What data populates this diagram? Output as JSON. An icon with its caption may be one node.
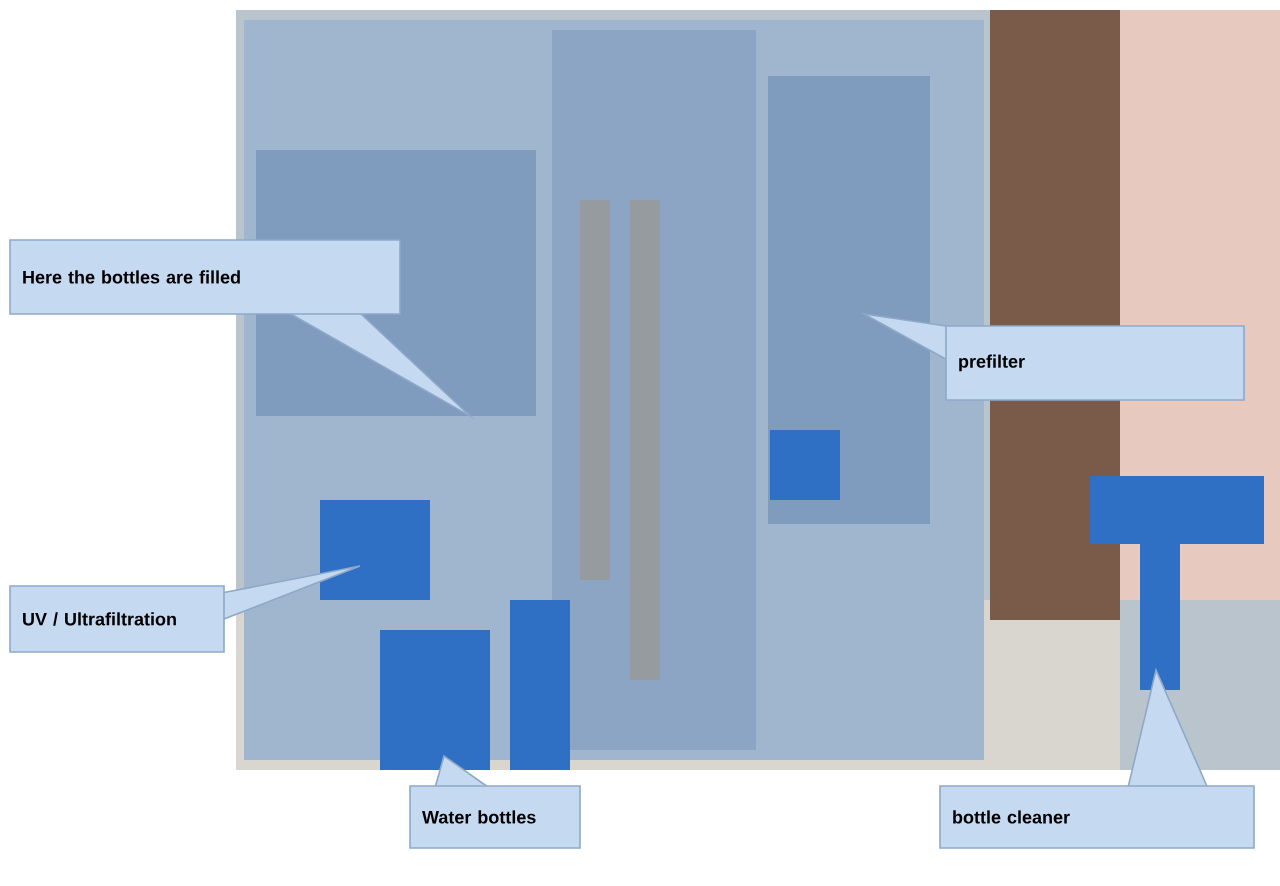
{
  "diagram": {
    "nodes": [
      {
        "text": [
          "Here the bottles are filled"
        ]
      },
      {
        "text": [
          "prefilter"
        ]
      },
      {
        "text": [
          "UV / Ultrafiltration"
        ]
      },
      {
        "text": [
          "Water bottles"
        ]
      },
      {
        "text": [
          "bottle cleaner"
        ]
      }
    ]
  }
}
